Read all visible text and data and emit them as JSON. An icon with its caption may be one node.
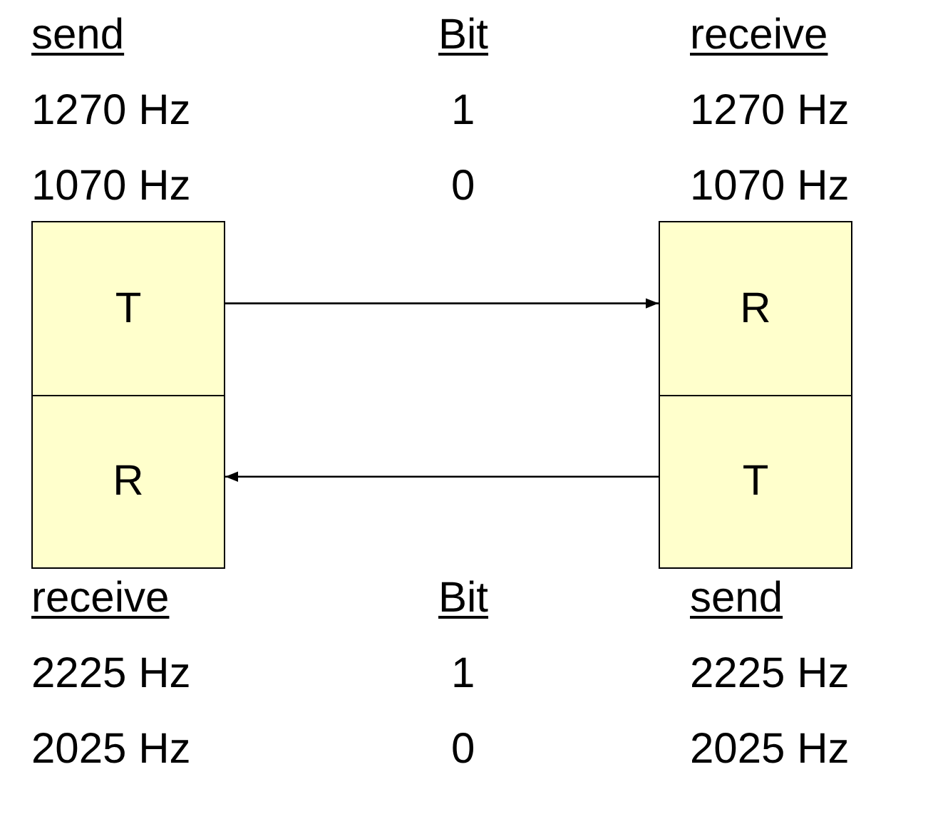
{
  "diagram": {
    "nodes": [
      {
        "text": [
          "T"
        ]
      },
      {
        "text": [
          "R"
        ]
      },
      {
        "text": [
          "R"
        ]
      },
      {
        "text": [
          "T"
        ]
      }
    ],
    "edges": [
      {
        "from": 0,
        "to": 2,
        "arrow": "to"
      },
      {
        "from": 3,
        "to": 1,
        "arrow": "to"
      }
    ],
    "labels": [
      "send",
      "Bit",
      "receive",
      "1270 Hz",
      "1",
      "1270 Hz",
      "1070 Hz",
      "0",
      "1070 Hz",
      "receive",
      "Bit",
      "send",
      "2225 Hz",
      "1",
      "2225 Hz",
      "2025 Hz",
      "0",
      "2025 Hz"
    ]
  }
}
